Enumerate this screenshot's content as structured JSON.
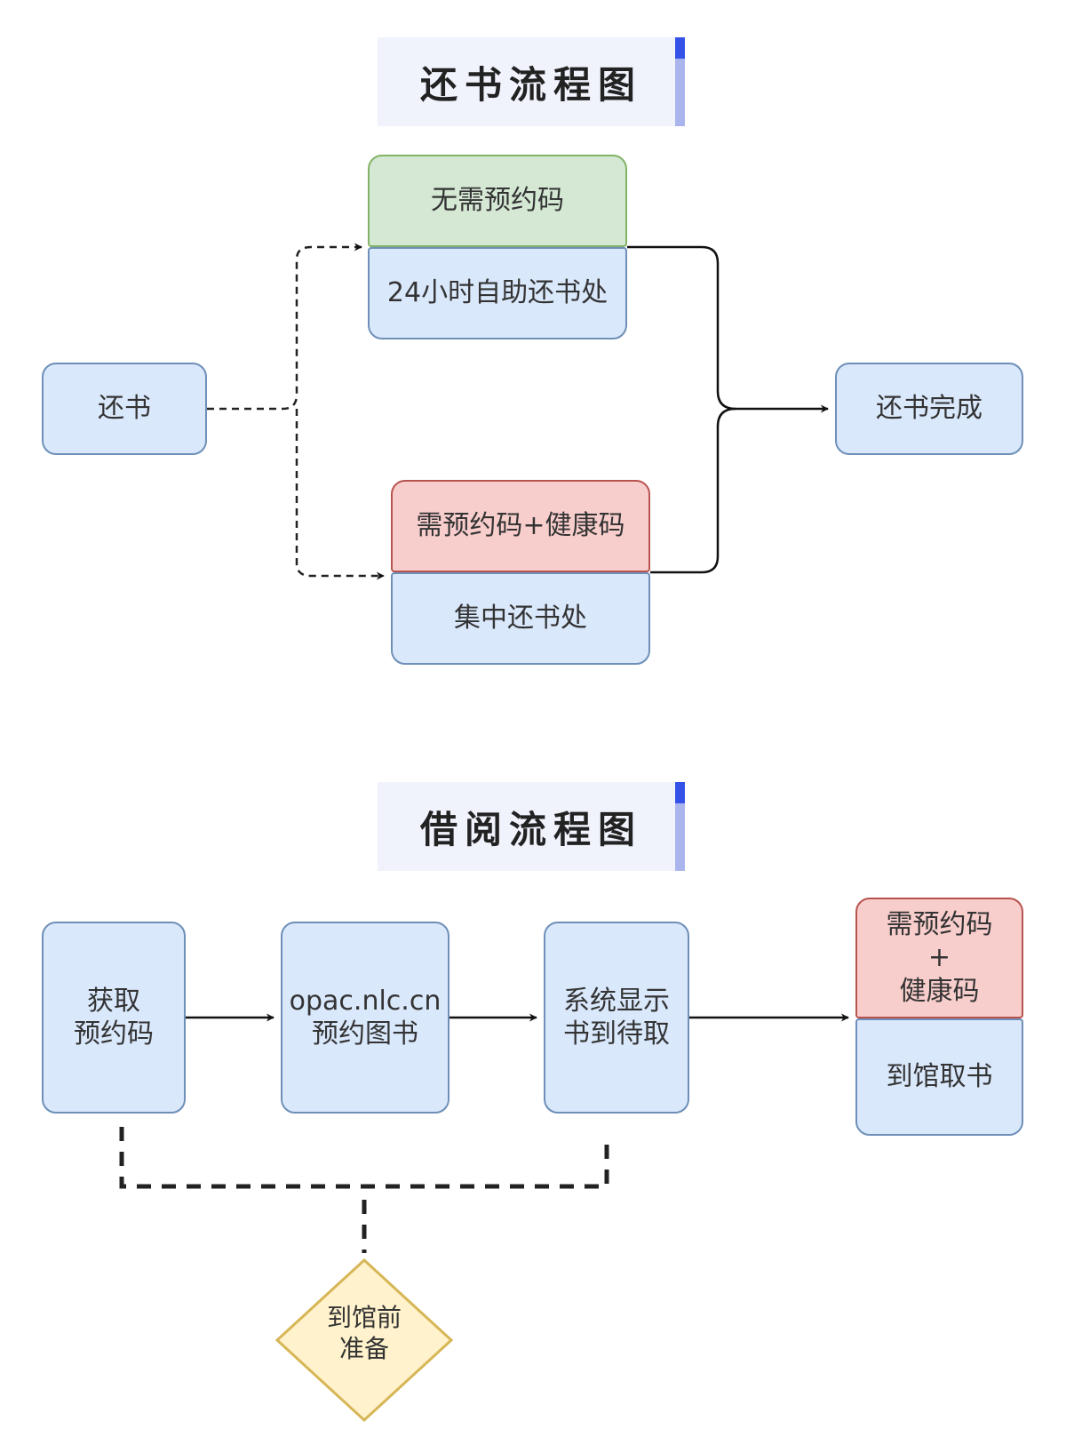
{
  "return_section": {
    "title": "还书流程图",
    "start": "还书",
    "option_a": {
      "condition": "无需预约码",
      "location": "24小时自助还书处"
    },
    "option_b": {
      "condition": "需预约码+健康码",
      "location": "集中还书处"
    },
    "end": "还书完成"
  },
  "borrow_section": {
    "title": "借阅流程图",
    "steps": [
      "获取\n预约码",
      "opac.nlc.cn\n预约图书",
      "系统显示\n书到待取"
    ],
    "final": {
      "condition": "需预约码\n+\n健康码",
      "action": "到馆取书"
    },
    "prep": "到馆前\n准备"
  },
  "colors": {
    "blue_fill": "#dae8fc",
    "green_fill": "#d5e8d4",
    "red_fill": "#f8cecc",
    "yellow_fill": "#fff2cc",
    "title_bg": "#f0f2fc",
    "accent": "#3552e8"
  }
}
